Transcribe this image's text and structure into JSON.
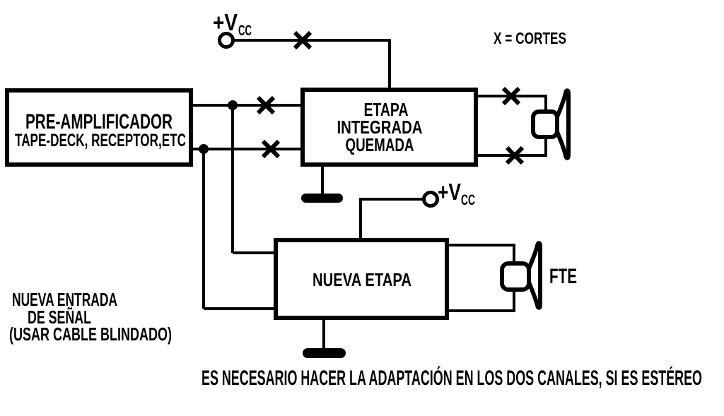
{
  "diagram": {
    "background": "#ffffff",
    "ink_color": "#000000",
    "legend": {
      "cut_note": "X = CORTES"
    },
    "power": {
      "vcc_top": {
        "main": "+V",
        "sub": "CC"
      },
      "vcc_bottom": {
        "main": "+V",
        "sub": "CC"
      }
    },
    "blocks": {
      "preamp": {
        "line1": "PRE-AMPLIFICADOR",
        "line2": "TAPE-DECK, RECEPTOR,ETC"
      },
      "burned_stage": {
        "line1": "ETAPA",
        "line2": "INTEGRADA",
        "line3": "QUEMADA"
      },
      "new_stage": {
        "label": "NUEVA ETAPA"
      }
    },
    "labels": {
      "speaker": "FTE",
      "new_input_line1": "NUEVA ENTRADA",
      "new_input_line2": "DE SEÑAL",
      "new_input_line3": "(USAR CABLE BLINDADO)",
      "bottom_note": "ES NECESARIO HACER LA ADAPTACIÓN EN LOS DOS CANALES, SI ES ESTÉREO"
    },
    "icons": {
      "cut_mark": "x-cross",
      "ground": "ground-bar",
      "speaker": "loudspeaker-horn",
      "supply_terminal": "open-circle",
      "junction": "filled-dot"
    }
  }
}
